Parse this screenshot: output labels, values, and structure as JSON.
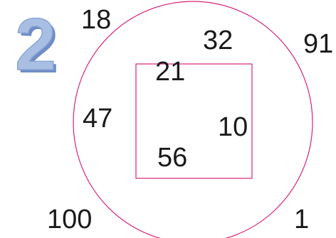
{
  "problem": {
    "number": "2"
  },
  "diagram": {
    "shapes": [
      "circle",
      "square"
    ],
    "colors": {
      "outline": "#d6247a",
      "badge_fill": "#a8bfe3",
      "badge_shadow": "#6f8cc4",
      "text": "#1a1a1a"
    },
    "numbers": {
      "n18": "18",
      "n32": "32",
      "n91": "91",
      "n21": "21",
      "n47": "47",
      "n10": "10",
      "n56": "56",
      "n100": "100",
      "n1": "1"
    }
  }
}
